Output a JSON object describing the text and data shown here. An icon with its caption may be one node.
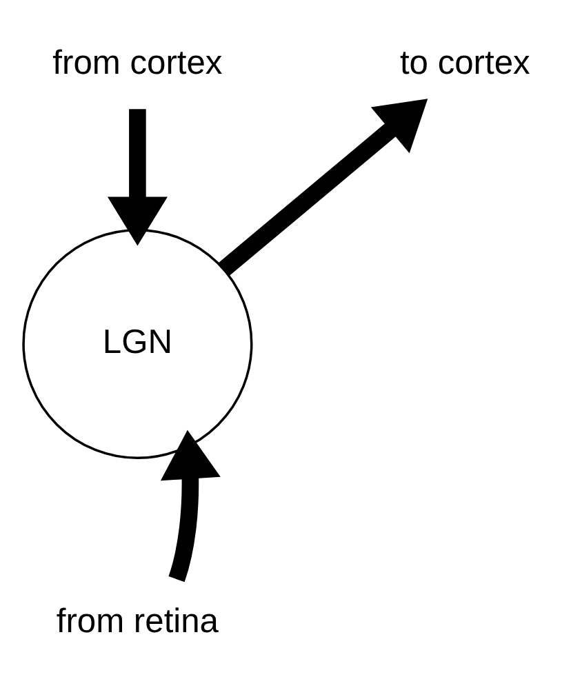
{
  "diagram": {
    "nodes": [
      {
        "text": [
          "from cortex"
        ]
      },
      {
        "text": [
          "LGN"
        ]
      },
      {
        "text": [
          "to cortex"
        ]
      },
      {
        "text": [
          "from retina"
        ]
      }
    ],
    "edges": [
      {
        "from": 0,
        "to": 1,
        "arrow": "to"
      },
      {
        "from": 3,
        "to": 1,
        "arrow": "to"
      },
      {
        "from": 1,
        "to": 2,
        "arrow": "to"
      }
    ]
  }
}
